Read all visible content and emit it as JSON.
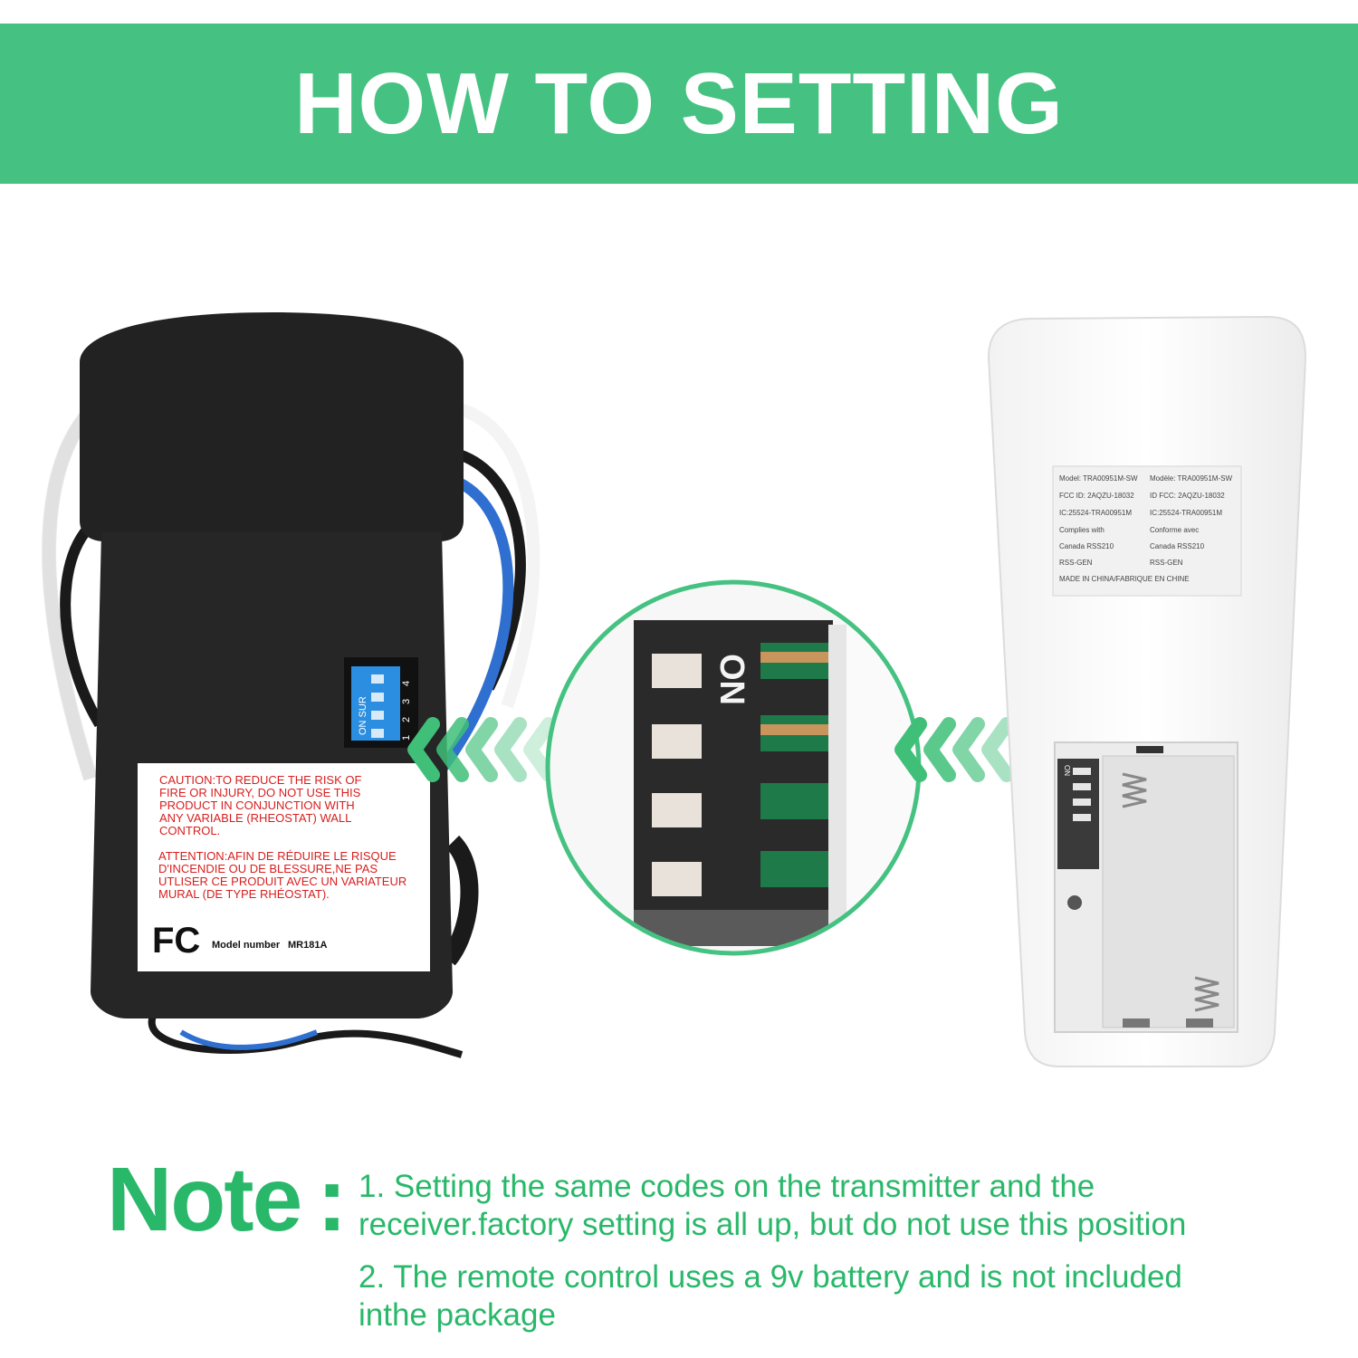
{
  "header": {
    "title": "HOW TO SETTING"
  },
  "receiver": {
    "caution_en": [
      "CAUTION:TO REDUCE THE RISK OF",
      "FIRE OR INJURY, DO NOT USE THIS",
      "PRODUCT IN CONJUNCTION WITH",
      "ANY VARIABLE (RHEOSTAT) WALL",
      "CONTROL."
    ],
    "caution_fr": [
      "ATTENTION:AFIN DE RÉDUIRE LE RISQUE",
      "D'INCENDIE OU DE BLESSURE,NE PAS",
      "UTLISER CE PRODUIT AVEC UN VARIATEUR",
      "MURAL (DE TYPE RHÉOSTAT)."
    ],
    "fcc_logo": "FC",
    "model_label": "Model number",
    "model_value": "MR181A",
    "dip_label": "ON SUR",
    "dip_numbers": [
      "1",
      "2",
      "3",
      "4"
    ]
  },
  "zoom": {
    "on_label": "ON"
  },
  "remote": {
    "label_left": [
      "Model: TRA00951M-SW",
      "FCC ID: 2AQZU-18032",
      "IC:25524-TRA00951M",
      "Complies with",
      "Canada RSS210",
      "RSS-GEN"
    ],
    "label_right": [
      "Modèle: TRA00951M-SW",
      "ID FCC: 2AQZU-18032",
      "IC:25524-TRA00951M",
      "Conforme avec",
      "Canada RSS210",
      "RSS-GEN"
    ],
    "label_footer": "MADE IN CHINA/FABRIQUE EN CHINE",
    "dip_label": "ON"
  },
  "note": {
    "heading": "Note",
    "colon": ":",
    "line1a": "1. Setting the same codes on the transmitter and the",
    "line1b": "receiver.factory setting is all up, but do not use this position",
    "line2a": "2. The remote control uses a 9v battery and is not included",
    "line2b": "inthe package"
  },
  "colors": {
    "banner": "#45c281",
    "note_text": "#29b86a",
    "arrows": "#3fbf78"
  }
}
